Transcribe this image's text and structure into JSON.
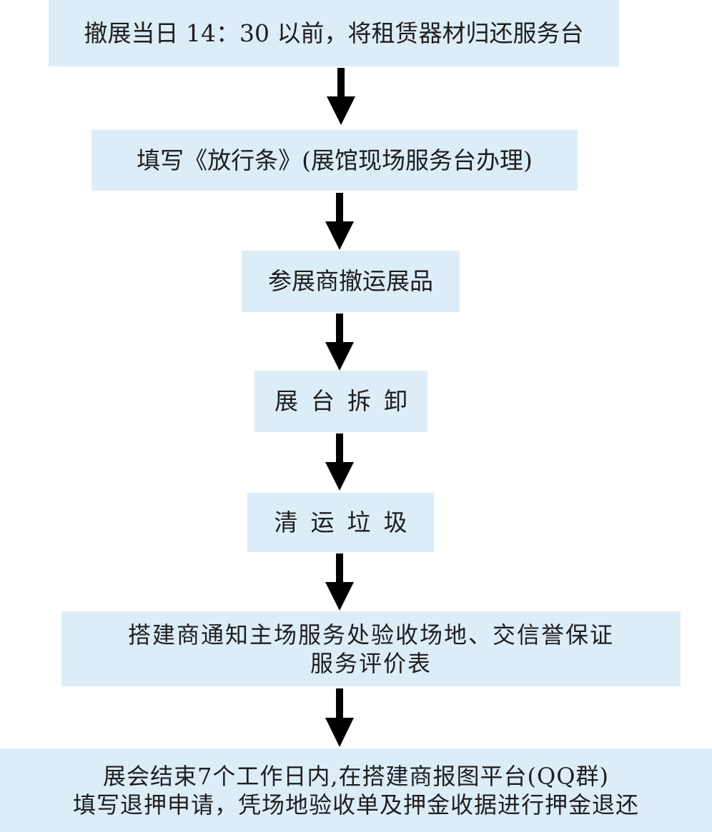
{
  "steps": [
    {
      "lines": [
        "撤展当日 14：30 以前，将租赁器材归还服务台"
      ]
    },
    {
      "lines": [
        "填写《放行条》(展馆现场服务台办理)"
      ]
    },
    {
      "lines": [
        "参展商撤运展品"
      ]
    },
    {
      "lines": [
        "展台拆卸"
      ]
    },
    {
      "lines": [
        "清运垃圾"
      ]
    },
    {
      "lines": [
        "搭建商通知主场服务处验收场地、交信誉保证",
        "服务评价表"
      ]
    },
    {
      "lines": [
        "展会结束7个工作日内,在搭建商报图平台(QQ群)",
        "填写退押申请，凭场地验收单及押金收据进行押金退还"
      ]
    }
  ],
  "colors": {
    "box_fill": "#dcedf8",
    "arrow": "#000000",
    "text": "#1e1e1e"
  }
}
